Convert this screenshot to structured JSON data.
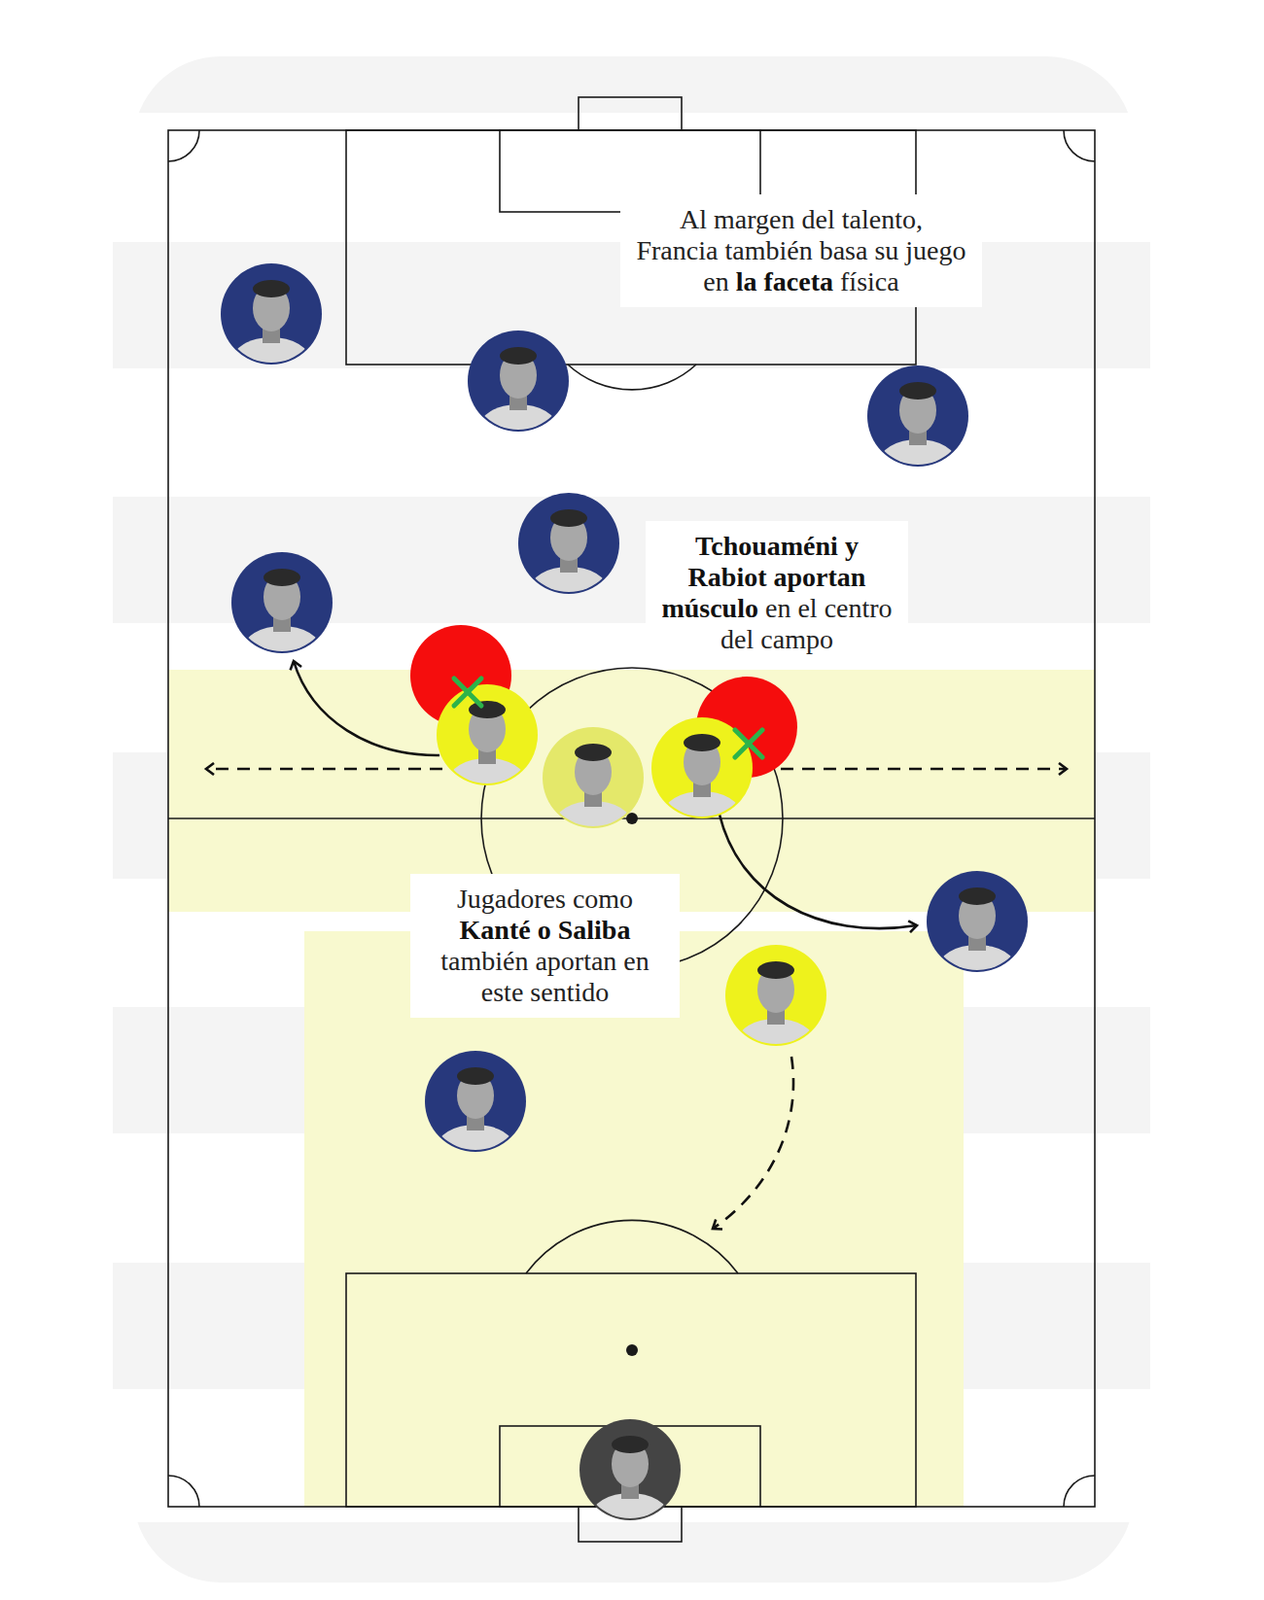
{
  "diagram": {
    "nodes": [
      {
        "text": [
          "Al margen del talento, Francia también basa su juego en la faceta física"
        ]
      },
      {
        "text": [
          "Tchouaméni y Rabiot aportan músculo en el centro del campo"
        ]
      },
      {
        "text": [
          "Jugadores como Kanté o Saliba también aportan en este sentido"
        ]
      }
    ]
  }
}
